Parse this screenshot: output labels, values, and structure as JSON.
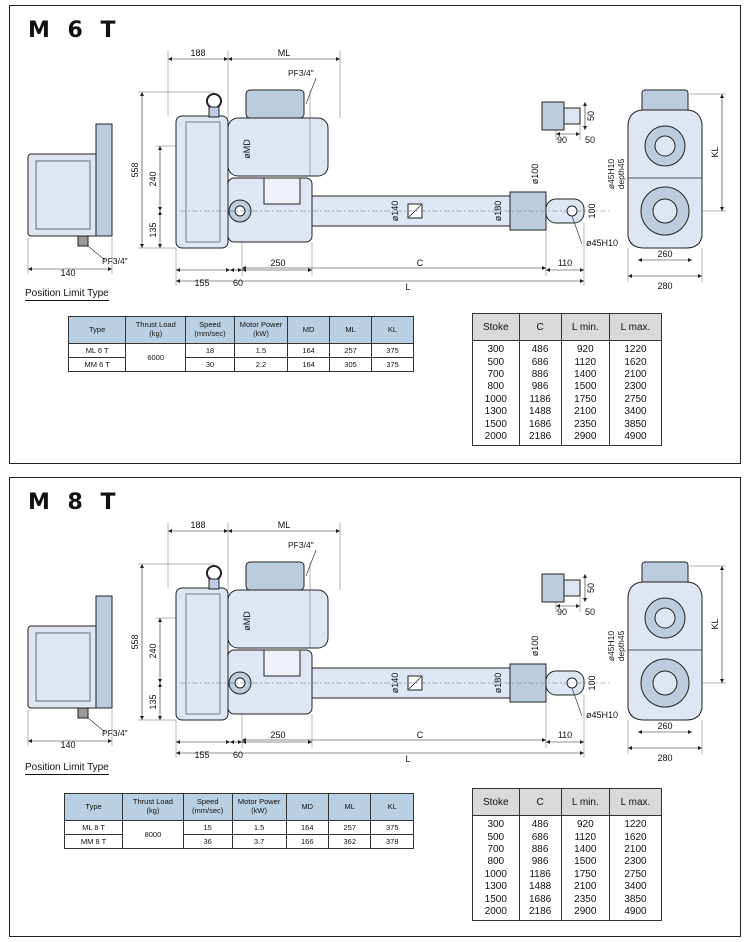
{
  "panels": [
    {
      "title": "M 6 T",
      "position_label": "Position Limit Type",
      "dims": {
        "d188": "188",
        "ml": "ML",
        "pf_top": "PF3/4\"",
        "md": "øMD",
        "d558": "558",
        "d240": "240",
        "d135": "135",
        "d140_left": "140",
        "pf_left": "PF3/4\"",
        "d155": "155",
        "d60": "60",
        "d250": "250",
        "c": "C",
        "l": "L",
        "d110": "110",
        "phi140": "ø140",
        "phi180": "ø180",
        "phi100": "ø100",
        "d100": "100",
        "hole": "ø45H10",
        "d50": "50",
        "d90": "90",
        "d50b": "50",
        "side_note1": "ø45H10",
        "side_note2": "depth45",
        "kl": "KL",
        "d260": "260",
        "d280": "280"
      },
      "spec_table": {
        "headers": [
          "Type",
          "Thrust Load (kg)",
          "Speed (mm/sec)",
          "Motor Power (kW)",
          "MD",
          "ML",
          "KL"
        ],
        "thrust": "6000",
        "rows": [
          {
            "type": "ML 6 T",
            "speed": "18",
            "power": "1.5",
            "md": "164",
            "ml": "257",
            "kl": "375"
          },
          {
            "type": "MM 6 T",
            "speed": "30",
            "power": "2.2",
            "md": "164",
            "ml": "305",
            "kl": "375"
          }
        ]
      },
      "stroke_table": {
        "headers": [
          "Stoke",
          "C",
          "L  min.",
          "L  max."
        ],
        "rows": [
          [
            "300",
            "486",
            "920",
            "1220"
          ],
          [
            "500",
            "686",
            "1120",
            "1620"
          ],
          [
            "700",
            "886",
            "1400",
            "2100"
          ],
          [
            "800",
            "986",
            "1500",
            "2300"
          ],
          [
            "1000",
            "1186",
            "1750",
            "2750"
          ],
          [
            "1300",
            "1488",
            "2100",
            "3400"
          ],
          [
            "1500",
            "1686",
            "2350",
            "3850"
          ],
          [
            "2000",
            "2186",
            "2900",
            "4900"
          ]
        ]
      }
    },
    {
      "title": "M 8 T",
      "position_label": "Position Limit Type",
      "dims": {
        "d188": "188",
        "ml": "ML",
        "pf_top": "PF3/4\"",
        "md": "øMD",
        "d558": "558",
        "d240": "240",
        "d135": "135",
        "d140_left": "140",
        "pf_left": "PF3/4\"",
        "d155": "155",
        "d60": "60",
        "d250": "250",
        "c": "C",
        "l": "L",
        "d110": "110",
        "phi140": "ø140",
        "phi180": "ø180",
        "phi100": "ø100",
        "d100": "100",
        "hole": "ø45H10",
        "d50": "50",
        "d90": "90",
        "d50b": "50",
        "side_note1": "ø45H10",
        "side_note2": "depth45",
        "kl": "KL",
        "d260": "260",
        "d280": "280"
      },
      "spec_table": {
        "headers": [
          "Type",
          "Thrust Load (kg)",
          "Speed (mm/sec)",
          "Motor Power (kW)",
          "MD",
          "ML",
          "KL"
        ],
        "thrust": "8000",
        "rows": [
          {
            "type": "ML 8 T",
            "speed": "15",
            "power": "1.5",
            "md": "164",
            "ml": "257",
            "kl": "375"
          },
          {
            "type": "MM 8 T",
            "speed": "36",
            "power": "3.7",
            "md": "166",
            "ml": "362",
            "kl": "378"
          }
        ]
      },
      "stroke_table": {
        "headers": [
          "Stoke",
          "C",
          "L  min.",
          "L  max."
        ],
        "rows": [
          [
            "300",
            "486",
            "920",
            "1220"
          ],
          [
            "500",
            "686",
            "1120",
            "1620"
          ],
          [
            "700",
            "886",
            "1400",
            "2100"
          ],
          [
            "800",
            "986",
            "1500",
            "2300"
          ],
          [
            "1000",
            "1186",
            "1750",
            "2750"
          ],
          [
            "1300",
            "1488",
            "2100",
            "3400"
          ],
          [
            "1500",
            "1686",
            "2350",
            "3850"
          ],
          [
            "2000",
            "2186",
            "2900",
            "4900"
          ]
        ]
      }
    }
  ],
  "colors": {
    "body_fill": "#dde6f2",
    "body_dark": "#bccbdd",
    "line": "#222222",
    "spec_header": "#b9cfe3",
    "stroke_header": "#d9d9d9"
  }
}
